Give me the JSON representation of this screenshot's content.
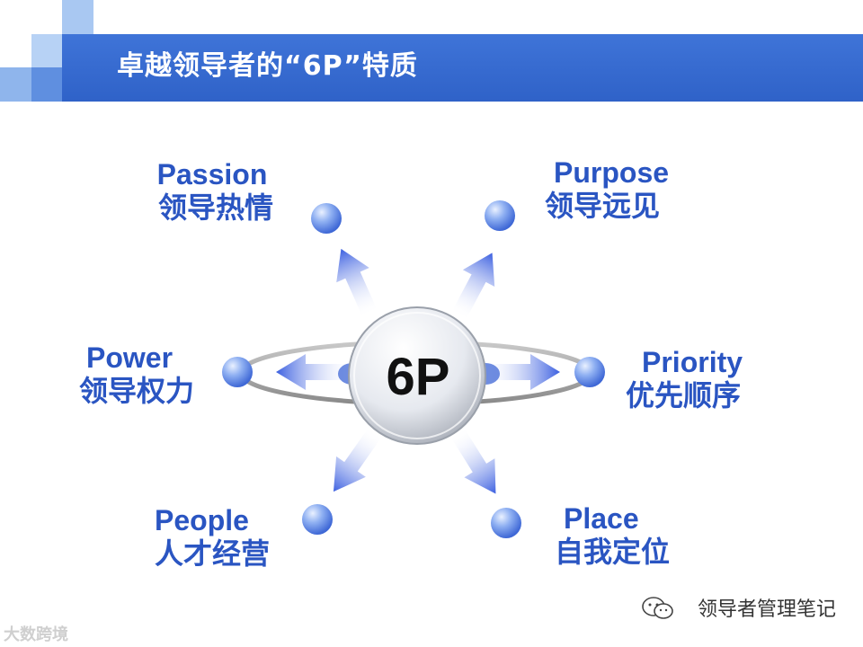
{
  "title": "卓越领导者的“6P”特质",
  "center": "6P",
  "nodes": [
    {
      "en": "Passion",
      "zh": "领导热情"
    },
    {
      "en": "Purpose",
      "zh": "领导远见"
    },
    {
      "en": "Power",
      "zh": "领导权力"
    },
    {
      "en": "Priority",
      "zh": "优先顺序"
    },
    {
      "en": "People",
      "zh": "人才经营"
    },
    {
      "en": "Place",
      "zh": "自我定位"
    }
  ],
  "watermark": "领导者管理笔记",
  "corner_logo": "大数跨境",
  "colors": {
    "accent": "#2f62c8",
    "text": "#2a55c2"
  }
}
